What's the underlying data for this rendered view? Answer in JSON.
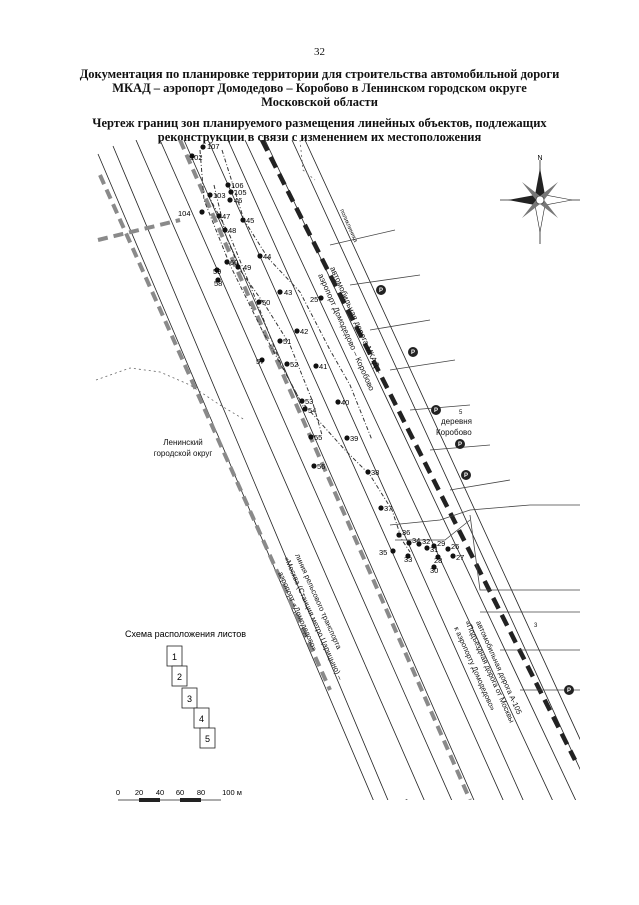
{
  "page_number": "32",
  "title_main": [
    "Документация по планировке территории для строительства автомобильной дороги",
    "МКАД – аэропорт Домодедово – Коробово в Ленинском городском округе",
    "Московской области"
  ],
  "title_sub": [
    "Чертеж границ зон планируемого размещения линейных объектов, подлежащих",
    "реконструкции в связи с изменением их местоположения"
  ],
  "map": {
    "labels": {
      "poliklinika": "поликлиника",
      "road_mkad": [
        "автомобильная дорога МКАД –",
        "аэропорт Домодедово – Коробово"
      ],
      "village": [
        "деревня",
        "Коробово"
      ],
      "okrug": [
        "Ленинский",
        "городской округ"
      ],
      "rail": [
        "линия рельсового транспорта",
        "«Москва (Станция метро Царицыно) –",
        "аэропорт «Домодедово»"
      ],
      "road_a105": [
        "автомобильная дорога А-105",
        "«Подъездная дорога от Москвы",
        "к аэропорту Домодедово»"
      ],
      "north": "N",
      "edge_5": "5",
      "edge_3": "3"
    },
    "points": [
      "107",
      "102",
      "106",
      "105",
      "103",
      "46",
      "104",
      "47",
      "45",
      "48",
      "44",
      "60",
      "59",
      "58",
      "49",
      "43",
      "25",
      "50",
      "42",
      "51",
      "57",
      "52",
      "41",
      "40",
      "53",
      "54",
      "55",
      "39",
      "56",
      "38",
      "37",
      "36",
      "34",
      "35",
      "32",
      "33",
      "31",
      "29",
      "28",
      "26",
      "27",
      "30"
    ]
  },
  "sheet_scheme": {
    "title": "Схема расположения листов",
    "sheets": [
      "1",
      "2",
      "3",
      "4",
      "5"
    ]
  },
  "scale": {
    "ticks": [
      "0",
      "20",
      "40",
      "60",
      "80",
      "100 м"
    ]
  }
}
